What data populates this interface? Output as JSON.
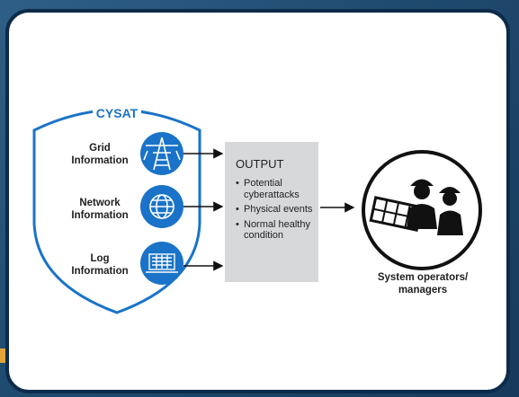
{
  "diagram": {
    "title": "CYSAT",
    "inputs": [
      {
        "label": "Grid\nInformation",
        "icon": "power-tower-icon"
      },
      {
        "label": "Network\nInformation",
        "icon": "globe-network-icon"
      },
      {
        "label": "Log\nInformation",
        "icon": "laptop-icon"
      }
    ],
    "output": {
      "title": "OUTPUT",
      "items": [
        "Potential cyberattacks",
        "Physical events",
        "Normal healthy condition"
      ]
    },
    "destination": {
      "label": "System operators/\nmanagers",
      "icon": "engineers-icon"
    }
  },
  "colors": {
    "accent": "#1a73c8",
    "frame": "#0d2b4a",
    "output_bg": "#d6d8da",
    "corner": "#e2a53a"
  }
}
